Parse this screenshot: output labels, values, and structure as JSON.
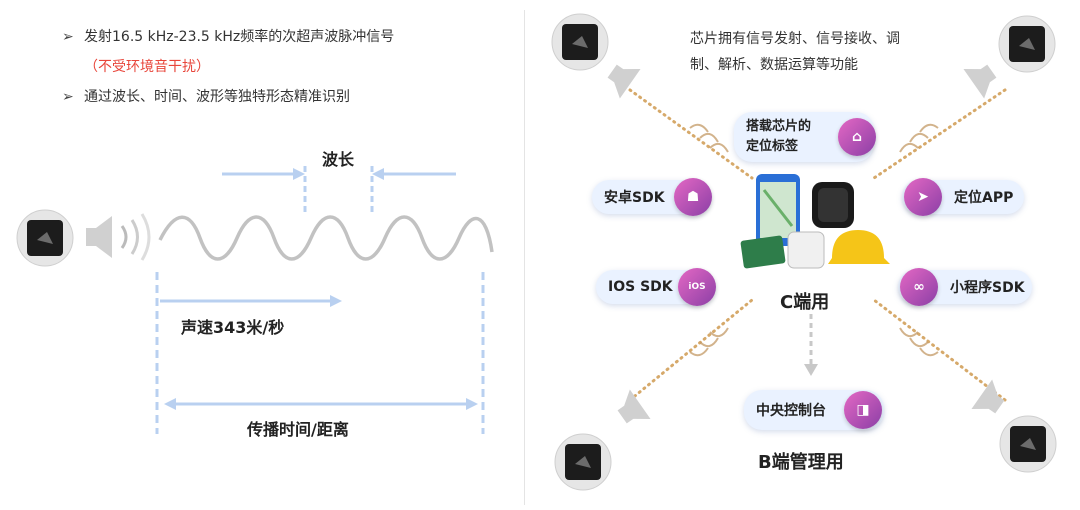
{
  "left": {
    "bullet1": "发射16.5 kHz-23.5 kHz频率的次超声波脉冲信号",
    "bullet1_note": "（不受环境音干扰）",
    "bullet2": "通过波长、时间、波形等独特形态精准识别",
    "bullet_marker": "➢",
    "wavelength_label": "波长",
    "speed_label": "声速343米/秒",
    "distance_label": "传播时间/距离",
    "colors": {
      "guide": "#b9d0f0",
      "wave": "#c2c2c2",
      "note": "#e8463b"
    }
  },
  "right": {
    "description_line1": "芯片拥有信号发射、信号接收、调",
    "description_line2": "制、解析、数据运算等功能",
    "tag_label_line1": "搭载芯片的",
    "tag_label_line2": "定位标签",
    "android_sdk": "安卓SDK",
    "locate_app": "定位APP",
    "ios_sdk": "IOS SDK",
    "ios_badge": "iOS",
    "mini_program_sdk": "小程序SDK",
    "c_end": "C端用",
    "console": "中央控制台",
    "b_end": "B端管理用",
    "colors": {
      "pill_bg": "#eaf2ff",
      "icon_start": "#e468c4",
      "icon_end": "#8b3fa6",
      "wave": "#d6a96a"
    }
  }
}
